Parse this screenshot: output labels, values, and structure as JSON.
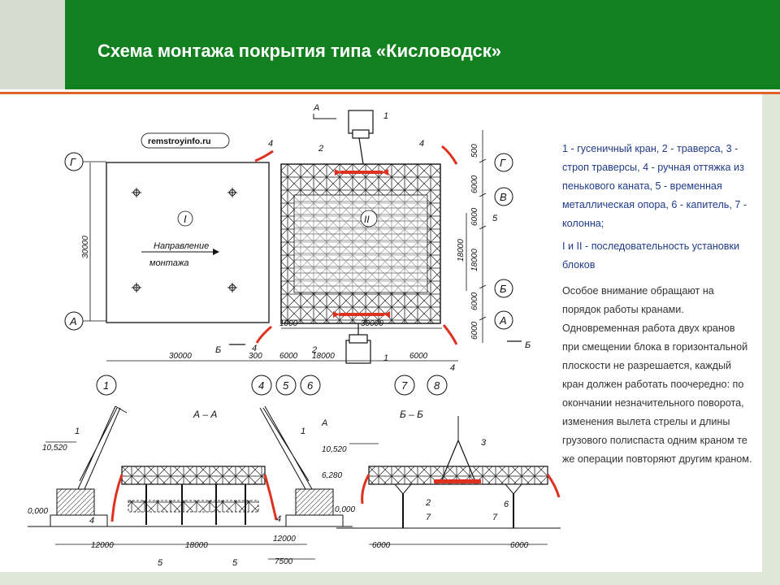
{
  "header": {
    "title": "Схема монтажа покрытия типа «Кисловодск»"
  },
  "legend_text": "1 - гусеничный кран, 2 - траверса, 3 - строп траверсы, 4 - ручная оттяжка из пенькового каната, 5 - временная металлическая опора, 6 - капитель, 7 - колонна;",
  "sequence_text": "I и II - последовательность установки блоков",
  "note_text": "Особое внимание обращают на порядок работы кранами. Одновременная работа двух кранов при смещении блока в горизонтальной плоскости не разрешается, каждый кран должен работать поочередно: по окончании незначительного поворота, изменения вылета стрелы и длины грузового полиспаста одним краном те же операции повторяют другим краном.",
  "drawing": {
    "watermark": "remstroyinfo.ru",
    "direction_label": "Направление монтажа",
    "block_1": "I",
    "block_2": "II",
    "section_a": "А – А",
    "section_b": "Б – Б",
    "cut_a": "А",
    "cut_b": "Б",
    "axis_letters": [
      "Г",
      "В",
      "Б",
      "А"
    ],
    "axis_numbers": [
      "1",
      "4",
      "5",
      "6",
      "7",
      "8"
    ],
    "dims": {
      "d30000": "30000",
      "d300": "300",
      "d6000": "6000",
      "d18000": "18000",
      "d12000": "12000",
      "d7500": "7500",
      "d1000": "1000",
      "d500": "500"
    },
    "elevations": {
      "e10520": "10,520",
      "e6280": "6,280",
      "e0000": "0,000"
    },
    "callouts": [
      "1",
      "2",
      "3",
      "4",
      "5",
      "6",
      "7"
    ]
  },
  "colors": {
    "header_green": "#12801e",
    "accent_orange": "#e0642a",
    "legend_blue": "#1f3a8a",
    "note_gray": "#333333",
    "marker_red": "#e03020"
  }
}
